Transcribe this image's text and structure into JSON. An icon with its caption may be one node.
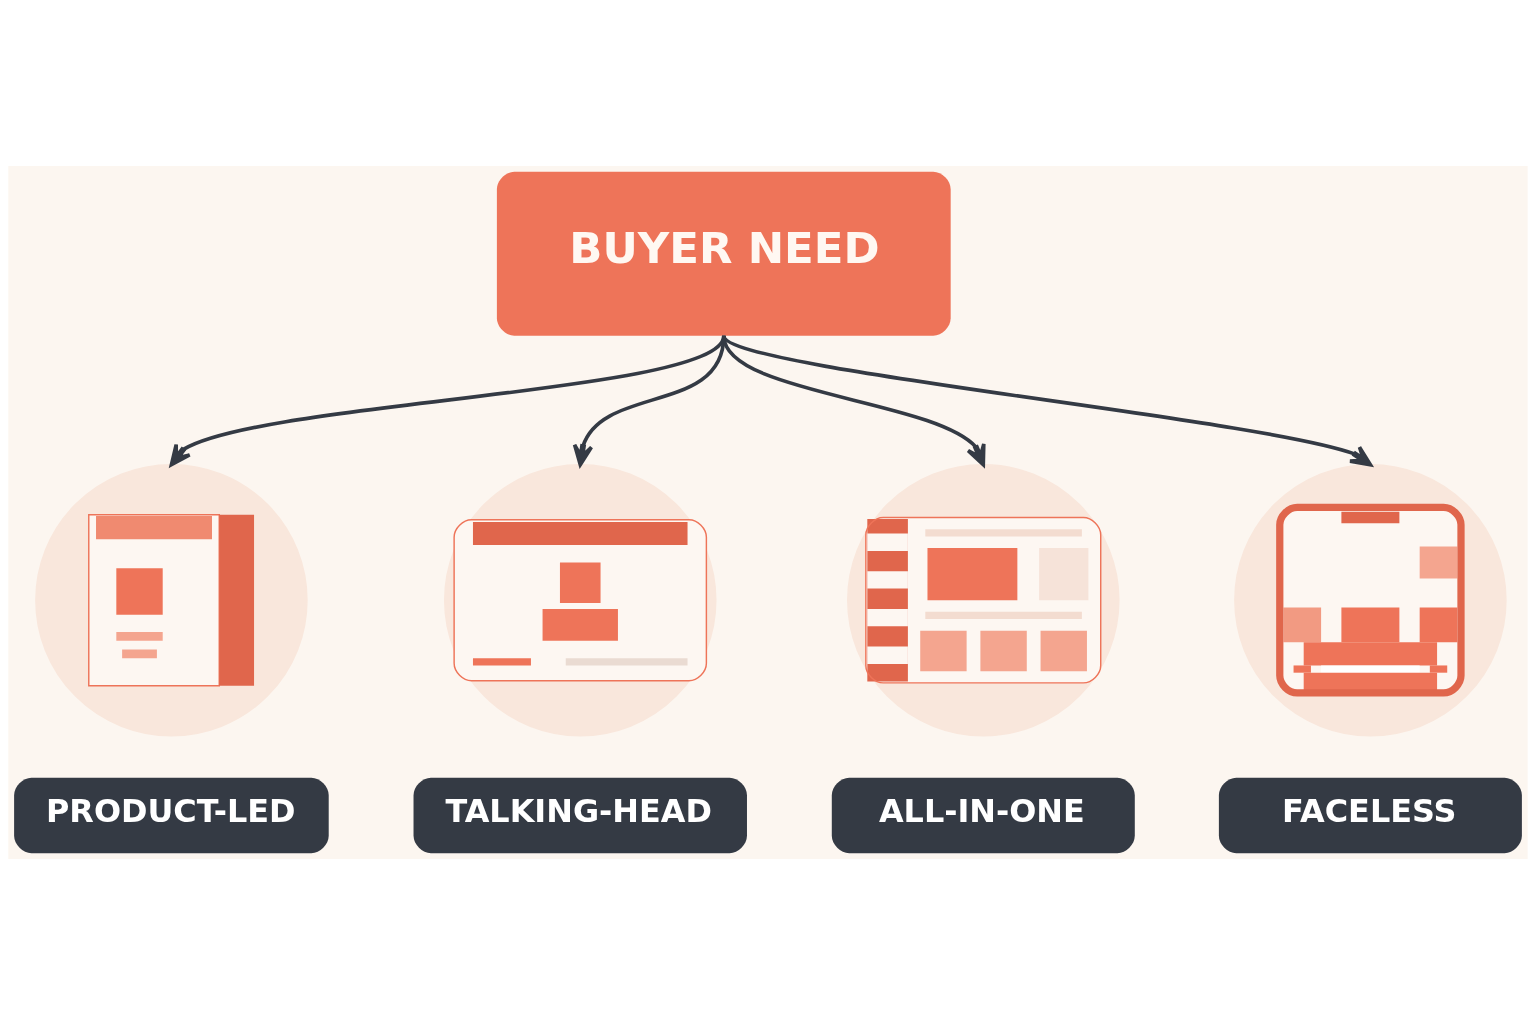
{
  "diagram": {
    "nodes": [
      {
        "text": [
          "BUYER NEED"
        ]
      },
      {
        "text": [],
        "shape": "picture"
      },
      {
        "text": [],
        "shape": "picture"
      },
      {
        "text": [],
        "shape": "picture"
      },
      {
        "text": [],
        "shape": "picture"
      },
      {
        "text": [
          "PRODUCT-LED"
        ]
      },
      {
        "text": [
          "TALKING-HEAD"
        ]
      },
      {
        "text": [
          "ALL-IN-ONE"
        ]
      },
      {
        "text": [
          "FACELESS"
        ]
      }
    ],
    "edges": [
      {
        "from": 0,
        "to": 1,
        "arrow": "to"
      },
      {
        "from": 0,
        "to": 2,
        "arrow": "to"
      },
      {
        "from": 0,
        "to": 3,
        "arrow": "to"
      },
      {
        "from": 0,
        "to": 4,
        "arrow": "to"
      }
    ]
  }
}
